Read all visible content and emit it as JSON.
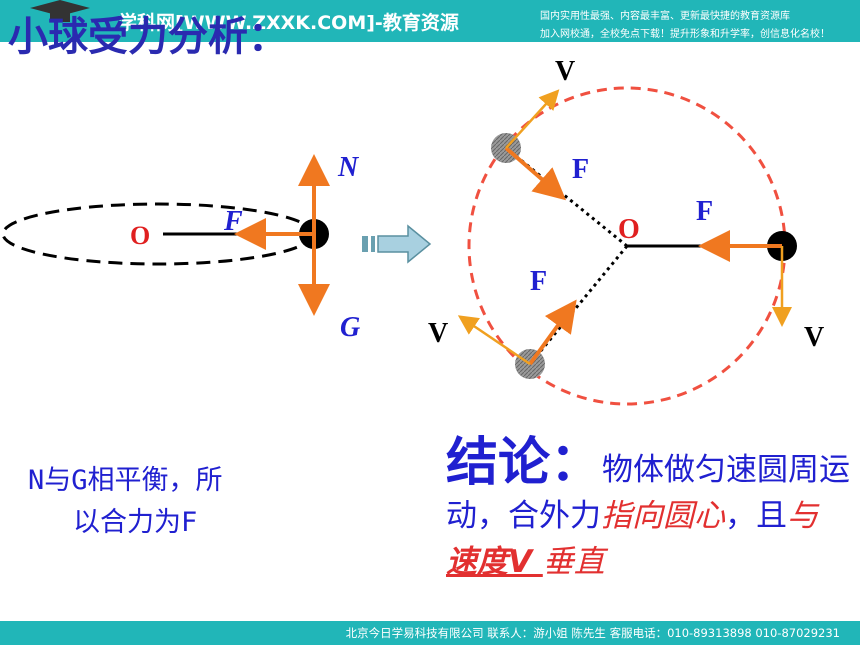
{
  "header": {
    "watermark": "学科网[WWW.ZXXK.COM]-教育资源",
    "ad_line1": "国内实用性最强、内容最丰富、更新最快捷的教育资源库",
    "ad_line2": "加入网校通，全校免点下载！提升形象和升学率，创信息化名校！"
  },
  "title": "小球受力分析：",
  "left_diagram": {
    "center_label": "O",
    "force_label": "F",
    "up_label": "N",
    "down_label": "G"
  },
  "right_diagram": {
    "center_label": "O",
    "force_labels": [
      "F",
      "F",
      "F"
    ],
    "velocity_labels": [
      "V",
      "V",
      "V"
    ]
  },
  "note": {
    "line1": "N与G相平衡，所",
    "line2": "以合力为F"
  },
  "conclusion": {
    "heading": "结论：",
    "text1": "物体做匀速圆周运动，合外力",
    "red1": "指向圆心",
    "text2": "，且",
    "red2": "与",
    "red3": " 速度V ",
    "red4": "垂直"
  },
  "footer": "北京今日学易科技有限公司 联系人：游小姐 陈先生 客服电话：010-89313898 010-87029231",
  "colors": {
    "banner": "#21b6b8",
    "title": "#2a2ab0",
    "force_arrow": "#f07820",
    "velocity_arrow": "#f0a020",
    "circle": "#f05040",
    "text_blue": "#2020d0",
    "text_red": "#e23030"
  }
}
